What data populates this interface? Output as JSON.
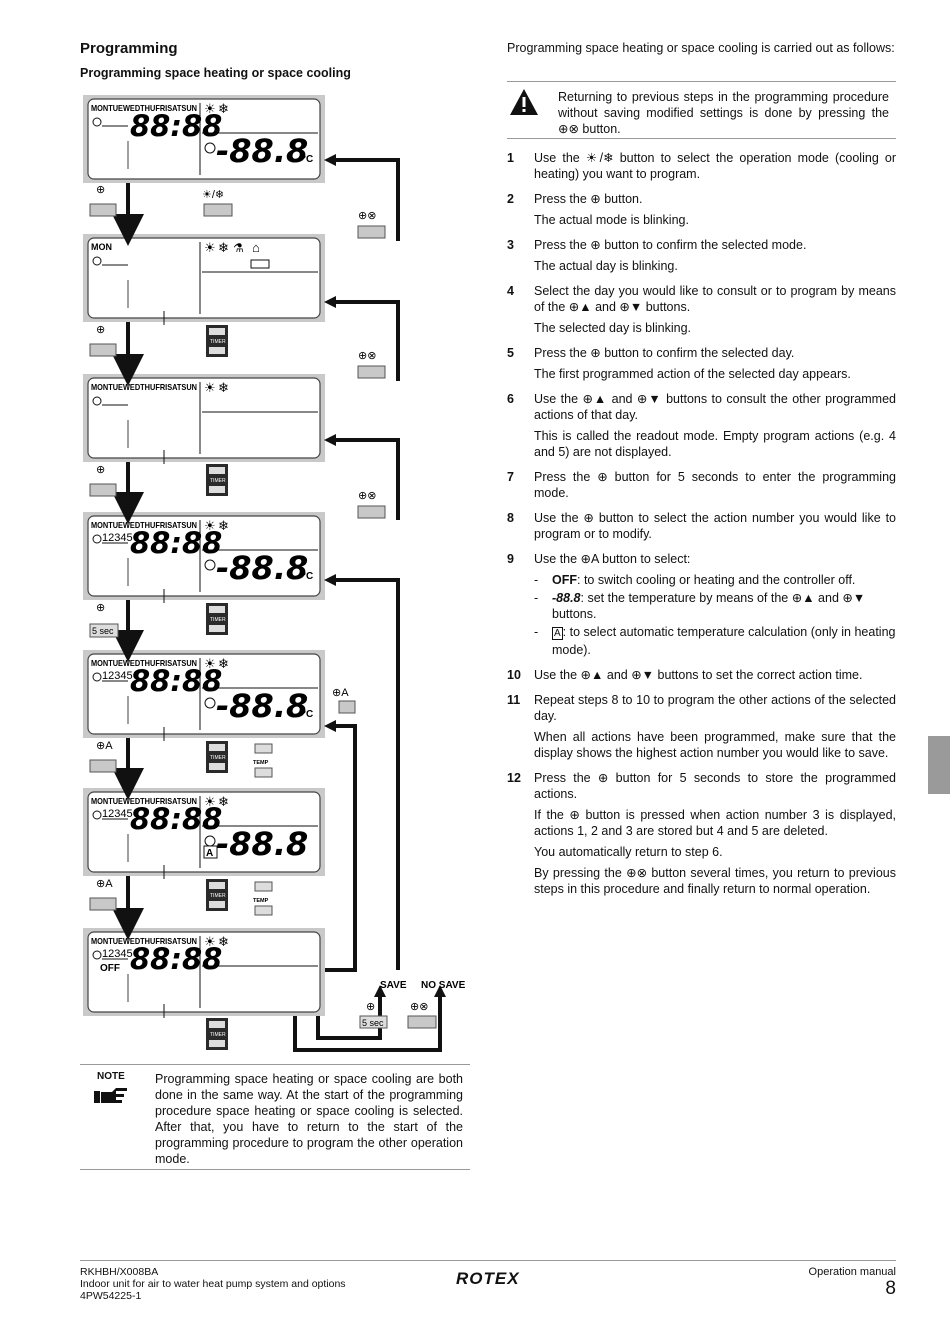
{
  "heading": "Programming",
  "subheading": "Programming space heating or space cooling",
  "diagram": {
    "days": "MONTUEWEDTHUFRISATSUN",
    "mon": "MON",
    "time": "88:88",
    "temp": "-88.8",
    "celsius": "°C",
    "actions": "12345",
    "off": "OFF",
    "timer": "TIMER",
    "temp_label": "TEMP",
    "five_sec": "5 sec",
    "save": "SAVE",
    "no_save": "NO SAVE",
    "auto": "A"
  },
  "intro": "Programming space heating or space cooling is carried out as follows:",
  "warning": "Returning to previous steps in the programming procedure without saving modified settings is done by pressing the ⊕⊗ button.",
  "steps": [
    {
      "num": "1",
      "p": [
        "Use the ☀/❄ button to select the operation mode (cooling or heating) you want to program."
      ]
    },
    {
      "num": "2",
      "p": [
        "Press the ⊕ button.",
        "The actual mode is blinking."
      ]
    },
    {
      "num": "3",
      "p": [
        "Press the ⊕ button to confirm the selected mode.",
        "The actual day is blinking."
      ]
    },
    {
      "num": "4",
      "p": [
        "Select the day you would like to consult or to program by means of the ⊕▲ and ⊕▼ buttons.",
        "The selected day is blinking."
      ]
    },
    {
      "num": "5",
      "p": [
        "Press the ⊕ button to confirm the selected day.",
        "The first programmed action of the selected day appears."
      ]
    },
    {
      "num": "6",
      "p": [
        "Use the ⊕▲ and ⊕▼ buttons to consult the other programmed actions of that day.",
        "This is called the readout mode. Empty program actions (e.g. 4 and 5) are not displayed."
      ]
    },
    {
      "num": "7",
      "p": [
        "Press the ⊕ button for 5 seconds to enter the programming mode."
      ]
    },
    {
      "num": "8",
      "p": [
        "Use the ⊕ button to select the action number you would like to program or to modify."
      ]
    },
    {
      "num": "9",
      "p": [
        "Use the ⊕A button to select:"
      ],
      "subs": [
        {
          "lead": "OFF",
          "rest": ": to switch cooling or heating and the controller off."
        },
        {
          "lead": "-88.8",
          "rest": ": set the temperature by means of the ⊕▲ and ⊕▼ buttons."
        },
        {
          "lead": "A",
          "rest": ": to select automatic temperature calculation (only in heating mode)."
        }
      ]
    },
    {
      "num": "10",
      "p": [
        "Use the ⊕▲ and ⊕▼ buttons to set the correct action time."
      ]
    },
    {
      "num": "11",
      "p": [
        "Repeat steps 8 to 10 to program the other actions of the selected day.",
        "When all actions have been programmed, make sure that the display shows the highest action number you would like to save."
      ]
    },
    {
      "num": "12",
      "p": [
        "Press the ⊕ button for 5 seconds to store the programmed actions.",
        "If the ⊕ button is pressed when action number 3 is displayed, actions 1, 2 and 3 are stored but 4 and 5 are deleted.",
        "You automatically return to step 6.",
        "By pressing the ⊕⊗ button several times, you return to previous steps in this procedure and finally return to normal operation."
      ]
    }
  ],
  "note": {
    "label": "NOTE",
    "text": "Programming space heating or space cooling are both done in the same way. At the start of the programming procedure space heating or space cooling is selected. After that, you have to return to the start of the programming procedure to program the other operation mode."
  },
  "footer": {
    "model": "RKHBH/X008BA",
    "description": "Indoor unit for air to water heat pump system and options",
    "code": "4PW54225-1",
    "brand": "ROTEX",
    "manual": "Operation manual",
    "page": "8"
  }
}
